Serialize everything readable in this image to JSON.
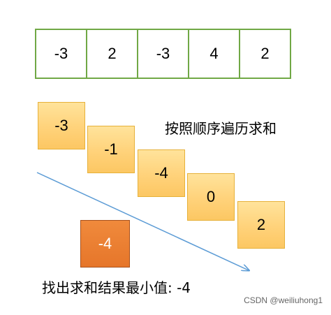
{
  "array_values": [
    "-3",
    "2",
    "-3",
    "4",
    "2"
  ],
  "prefix_sums": [
    "-3",
    "-1",
    "-4",
    "0",
    "2"
  ],
  "caption_order": "按照顺序遍历求和",
  "min_value": "-4",
  "caption_result": "找出求和结果最小值: -4",
  "watermark": "CSDN @weiliuhong1",
  "colors": {
    "array_border": "#70a845",
    "sum_box_fill": "#ffd27a",
    "sum_box_border": "#e6b13a",
    "result_fill": "#e6762a",
    "arrow": "#5b9bd5"
  }
}
